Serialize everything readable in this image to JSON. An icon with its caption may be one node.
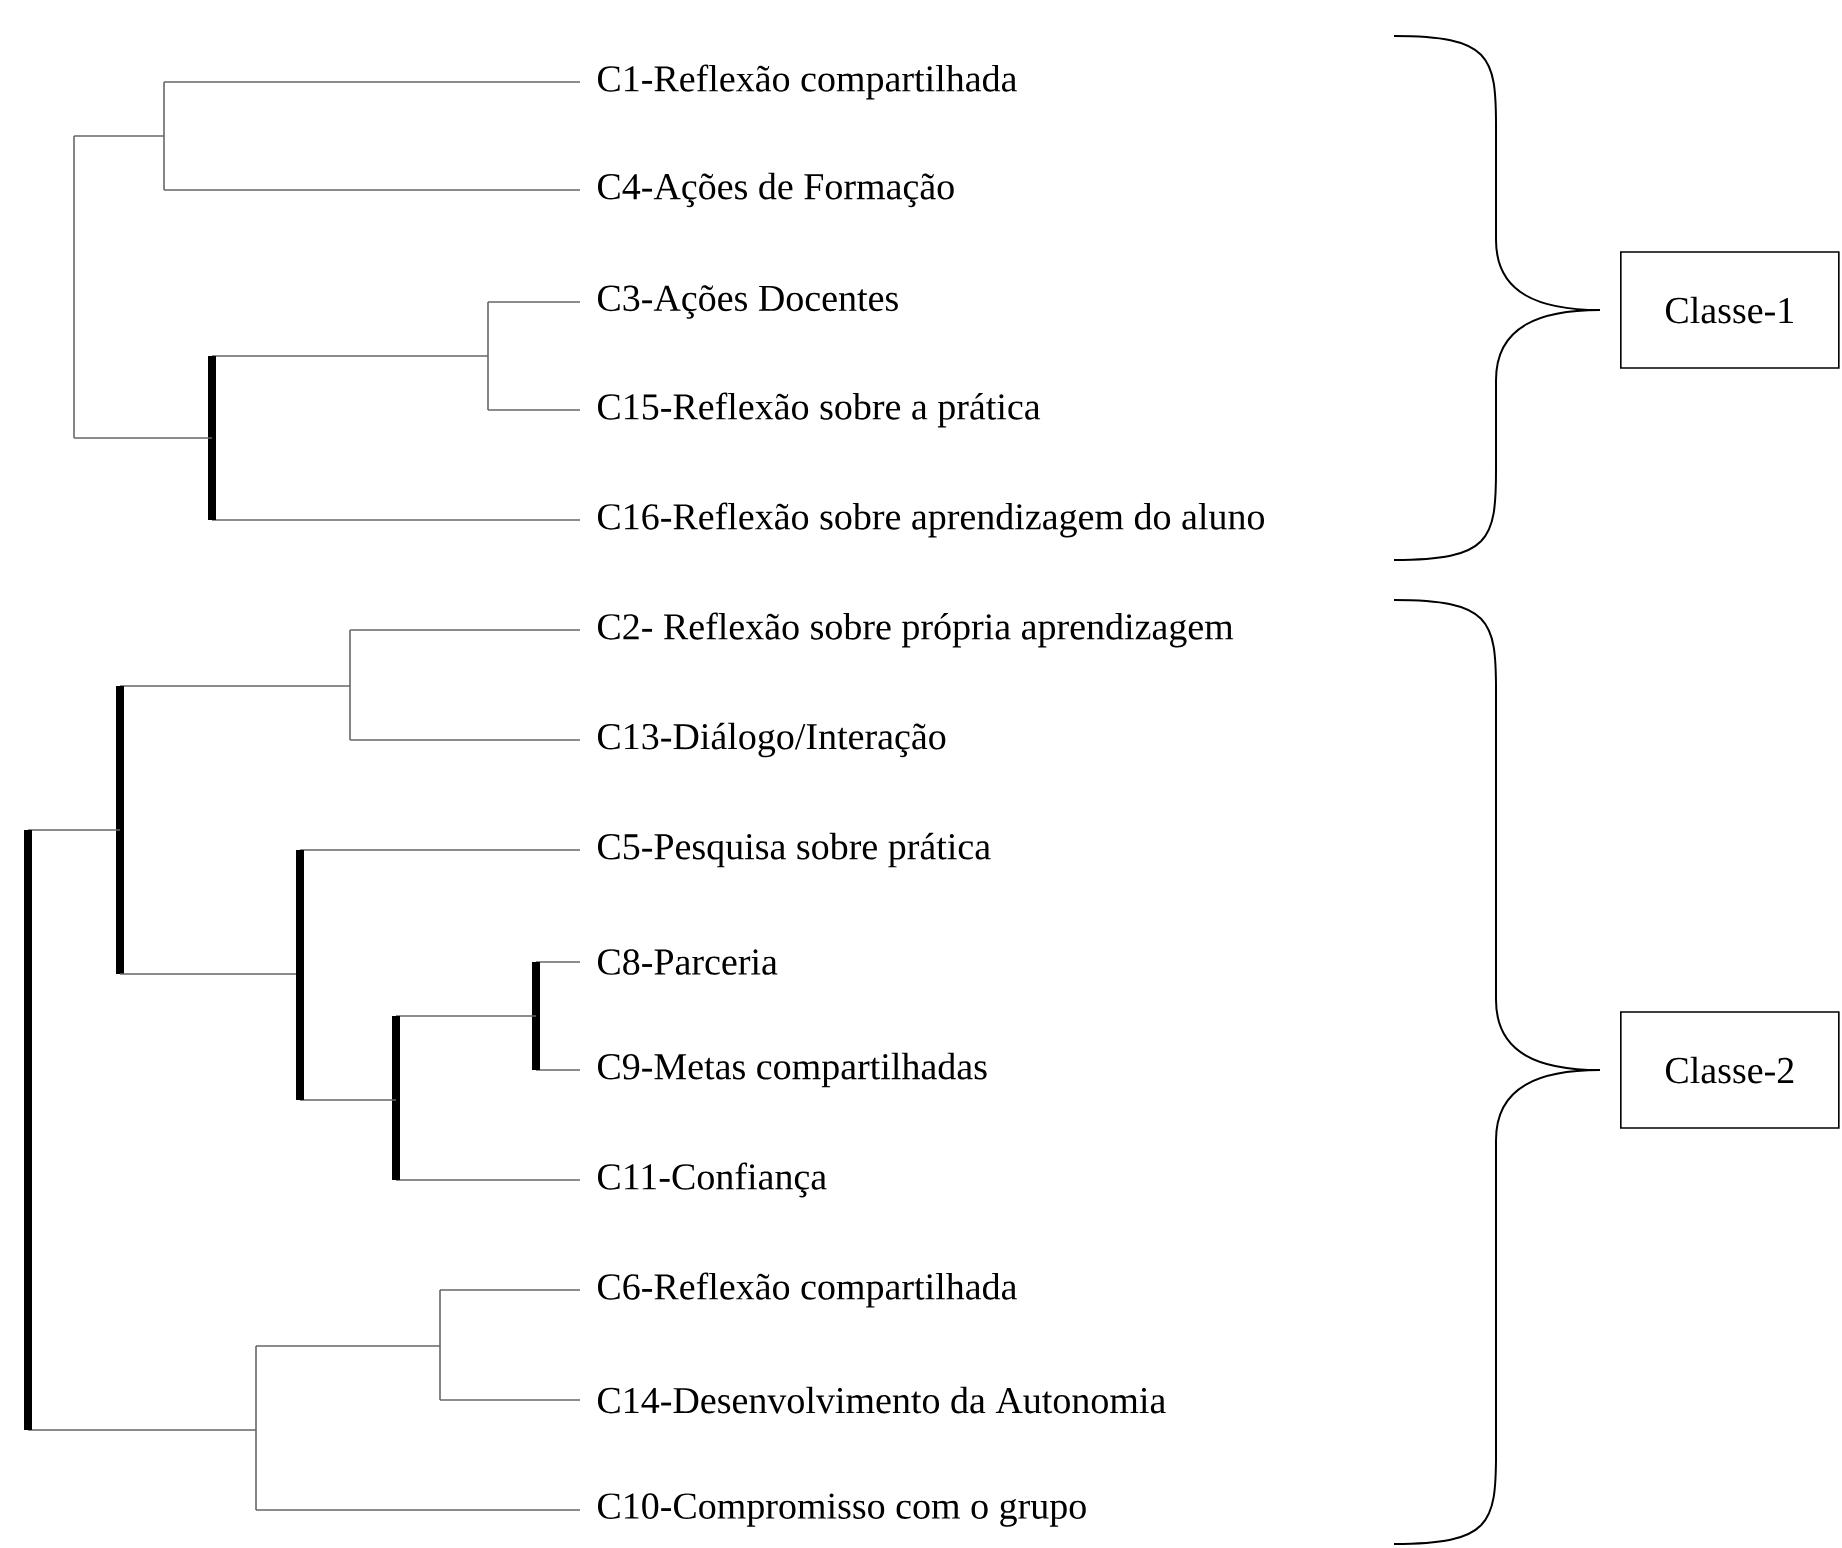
{
  "diagram": {
    "nodes": [
      {
        "text": [
          "Classe-1"
        ]
      },
      {
        "text": [
          "Classe-2"
        ]
      }
    ],
    "edges": [],
    "labels": [
      "C1-Reflexão compartilhada",
      "C4-Ações de Formação",
      "C3-Ações Docentes",
      "C15-Reflexão sobre a prática",
      "C16-Reflexão sobre aprendizagem do aluno",
      "C2- Reflexão sobre própria aprendizagem",
      "C13-Diálogo/Interação",
      "C5-Pesquisa sobre prática",
      "C8-Parceria",
      "C9-Metas compartilhadas",
      "C11-Confiança",
      "C6-Reflexão compartilhada",
      "C14-Desenvolvimento da Autonomia",
      "C10-Compromisso com o grupo"
    ]
  }
}
